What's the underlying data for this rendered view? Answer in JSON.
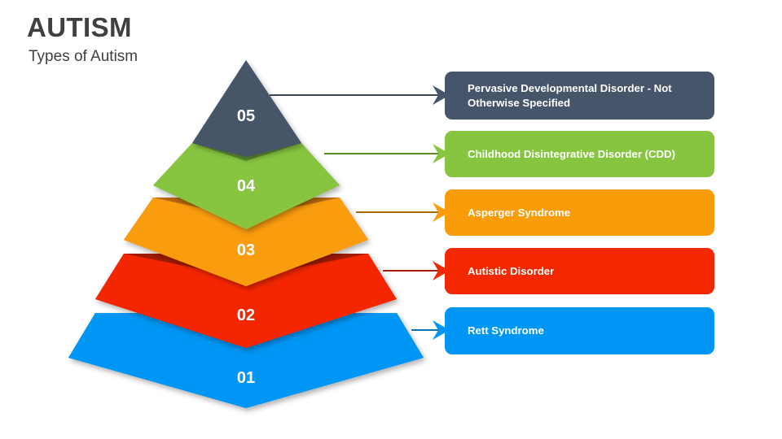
{
  "header": {
    "title": "AUTISM",
    "subtitle": "Types of Autism"
  },
  "colors": {
    "background": "#ffffff",
    "title_text": "#404040",
    "tier_05": "#465569",
    "tier_05_bevel": "#36435A",
    "tier_05_line": "#3A4657",
    "tier_04": "#87C440",
    "tier_04_bevel": "#5E9130",
    "tier_04_line": "#5E8A26",
    "tier_03": "#F99C09",
    "tier_03_bevel": "#B8690A",
    "tier_03_line": "#A86907",
    "tier_02": "#F42800",
    "tier_02_bevel": "#A31B04",
    "tier_02_line": "#A8210B",
    "tier_01": "#0096F5",
    "tier_01_bevel": "#0A6FAE",
    "tier_01_line": "#0C72B4"
  },
  "pyramid": {
    "tiers": [
      {
        "number": "05",
        "label": "Pervasive Developmental Disorder - Not Otherwise Specified"
      },
      {
        "number": "04",
        "label": "Childhood Disintegrative Disorder (CDD)"
      },
      {
        "number": "03",
        "label": "Asperger Syndrome"
      },
      {
        "number": "02",
        "label": "Autistic Disorder"
      },
      {
        "number": "01",
        "label": "Rett Syndrome"
      }
    ]
  },
  "labels": [
    {
      "text": "Pervasive Developmental Disorder - Not Otherwise Specified",
      "color": "#465569"
    },
    {
      "text": "Childhood Disintegrative Disorder (CDD)",
      "color": "#87C440"
    },
    {
      "text": "Asperger Syndrome",
      "color": "#F99C09"
    },
    {
      "text": "Autistic Disorder",
      "color": "#F42800"
    },
    {
      "text": "Rett Syndrome",
      "color": "#0096F5"
    }
  ]
}
